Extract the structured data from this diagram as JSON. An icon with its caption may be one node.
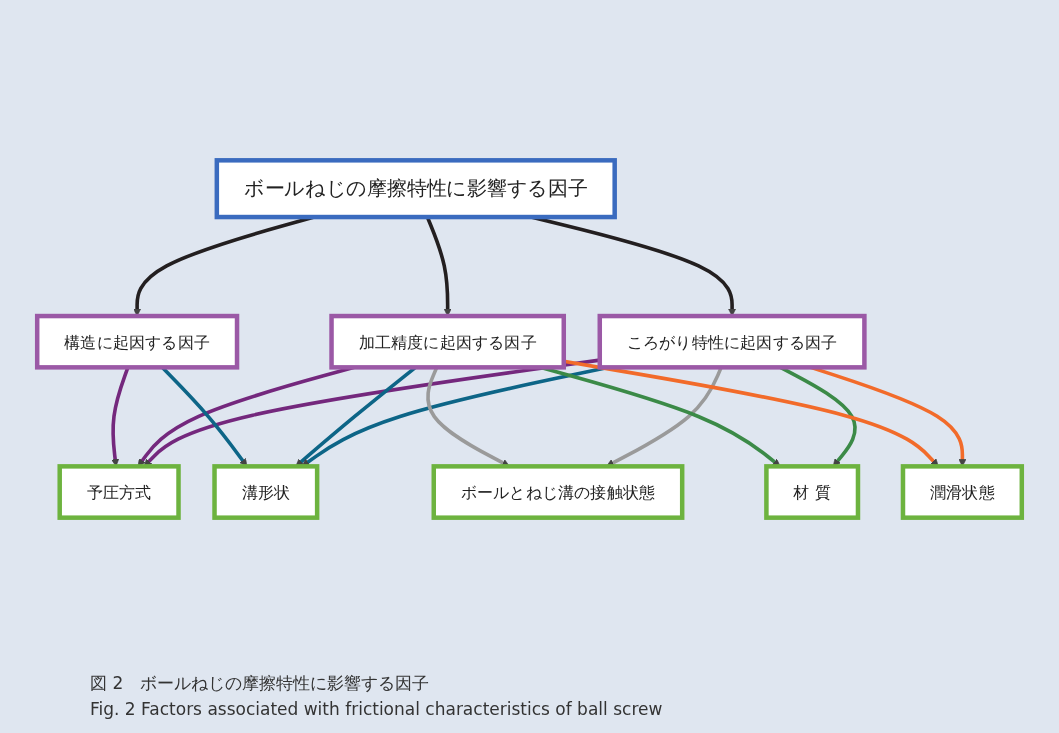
{
  "diagram": {
    "nodes": [
      {
        "text": [
          "ボールねじの摩擦特性に影響する因子"
        ]
      },
      {
        "text": [
          "構造に起因する因子"
        ]
      },
      {
        "text": [
          "加工精度に起因する因子"
        ]
      },
      {
        "text": [
          "ころがり特性に起因する因子"
        ]
      },
      {
        "text": [
          "予圧方式"
        ]
      },
      {
        "text": [
          "溝形状"
        ]
      },
      {
        "text": [
          "ボールとねじ溝の接触状態"
        ]
      },
      {
        "text": [
          "材 質"
        ]
      },
      {
        "text": [
          "潤滑状態"
        ]
      }
    ],
    "edges": [
      {
        "from": 0,
        "to": 1,
        "arrow": "to",
        "color": "#231f20"
      },
      {
        "from": 0,
        "to": 2,
        "arrow": "to",
        "color": "#231f20"
      },
      {
        "from": 0,
        "to": 3,
        "arrow": "to",
        "color": "#231f20"
      },
      {
        "from": 1,
        "to": 4,
        "arrow": "to",
        "color": "#74287d"
      },
      {
        "from": 2,
        "to": 4,
        "arrow": "to",
        "color": "#74287d"
      },
      {
        "from": 3,
        "to": 4,
        "arrow": "to",
        "color": "#74287d"
      },
      {
        "from": 1,
        "to": 5,
        "arrow": "to",
        "color": "#0d6587"
      },
      {
        "from": 2,
        "to": 5,
        "arrow": "to",
        "color": "#0d6587"
      },
      {
        "from": 3,
        "to": 5,
        "arrow": "to",
        "color": "#0d6587"
      },
      {
        "from": 2,
        "to": 6,
        "arrow": "to",
        "color": "#9a9a9a"
      },
      {
        "from": 3,
        "to": 6,
        "arrow": "to",
        "color": "#9a9a9a"
      },
      {
        "from": 2,
        "to": 7,
        "arrow": "to",
        "color": "#3b8a47"
      },
      {
        "from": 3,
        "to": 7,
        "arrow": "to",
        "color": "#3b8a47"
      },
      {
        "from": 2,
        "to": 8,
        "arrow": "to",
        "color": "#f26b2a"
      },
      {
        "from": 3,
        "to": 8,
        "arrow": "to",
        "color": "#f26b2a"
      }
    ],
    "labels": [
      "図 2　ボールねじの摩擦特性に影響する因子",
      "Fig. 2 Factors associated with frictional characteristics of ball screw"
    ]
  }
}
